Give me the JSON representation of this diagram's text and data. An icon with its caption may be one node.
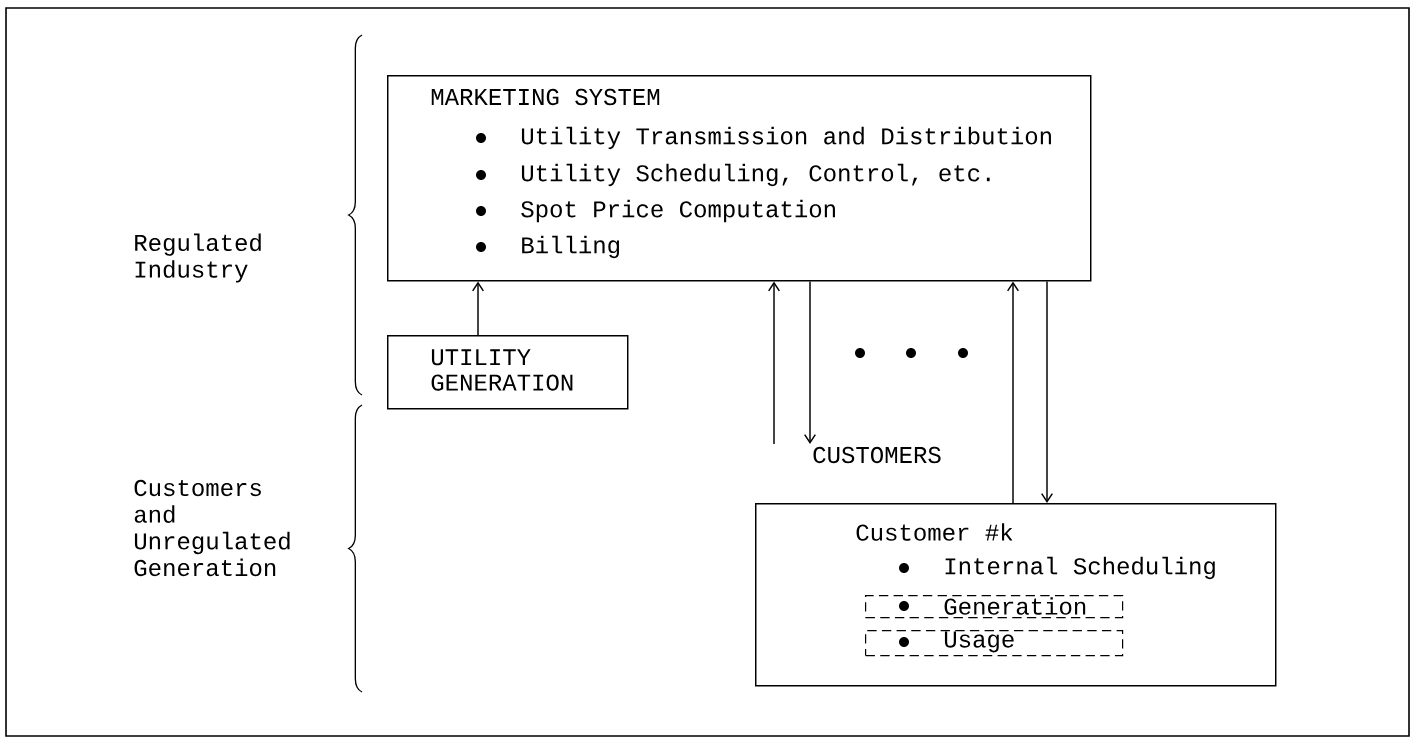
{
  "diagram": {
    "nodes": [
      {
        "text": [
          "MARKETING SYSTEM",
          "Utility Transmission and Distribution",
          "Utility Scheduling, Control, etc.",
          "Spot Price Computation",
          "Billing"
        ]
      },
      {
        "text": [
          "UTILITY GENERATION"
        ]
      },
      {
        "text": [
          "Customer #k",
          "Internal Scheduling"
        ]
      },
      {
        "text": [
          "Generation"
        ],
        "in": 2
      },
      {
        "text": [
          "Usage"
        ],
        "in": 2
      },
      {
        "text": [
          "CUSTOMERS"
        ]
      }
    ],
    "edges": [
      {
        "from": 1,
        "to": 0,
        "arrow": "to"
      },
      {
        "from": 5,
        "to": 0,
        "arrow": "to"
      },
      {
        "from": 0,
        "to": 5,
        "arrow": "to"
      },
      {
        "from": 2,
        "to": 0,
        "arrow": "to"
      },
      {
        "from": 0,
        "to": 2,
        "arrow": "to"
      }
    ],
    "labels": [
      "Regulated Industry",
      "Customers and Unregulated Generation"
    ]
  }
}
